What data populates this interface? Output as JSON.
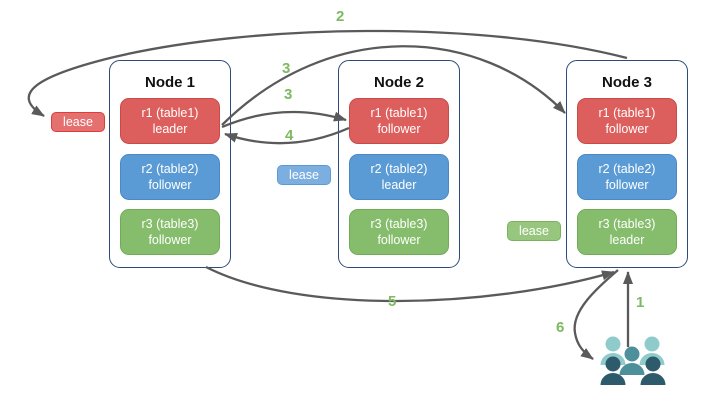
{
  "colors": {
    "replica_red": "#dd5f5d",
    "replica_blue": "#5b9bd5",
    "replica_green": "#85bd6c",
    "node_border": "#2e4b77",
    "arrow_gray": "#5a5a5a",
    "step_green": "#7cb961",
    "clients_light_teal": "#8fcbcb",
    "clients_mid_teal": "#4e8f9c",
    "clients_dark_teal": "#2e5b6b"
  },
  "nodes": [
    {
      "title": "Node 1",
      "replicas": [
        {
          "name": "r1 (table1)",
          "role": "leader"
        },
        {
          "name": "r2 (table2)",
          "role": "follower"
        },
        {
          "name": "r3 (table3)",
          "role": "follower"
        }
      ]
    },
    {
      "title": "Node 2",
      "replicas": [
        {
          "name": "r1 (table1)",
          "role": "follower"
        },
        {
          "name": "r2 (table2)",
          "role": "leader"
        },
        {
          "name": "r3 (table3)",
          "role": "follower"
        }
      ]
    },
    {
      "title": "Node 3",
      "replicas": [
        {
          "name": "r1 (table1)",
          "role": "follower"
        },
        {
          "name": "r2 (table2)",
          "role": "follower"
        },
        {
          "name": "r3 (table3)",
          "role": "leader"
        }
      ]
    }
  ],
  "leases": [
    {
      "label": "lease",
      "color": "red"
    },
    {
      "label": "lease",
      "color": "blue"
    },
    {
      "label": "lease",
      "color": "green"
    }
  ],
  "steps": {
    "s1": "1",
    "s2": "2",
    "s3a": "3",
    "s3b": "3",
    "s4": "4",
    "s5": "5",
    "s6": "6"
  },
  "icons": {
    "clients": "users-group-icon"
  }
}
